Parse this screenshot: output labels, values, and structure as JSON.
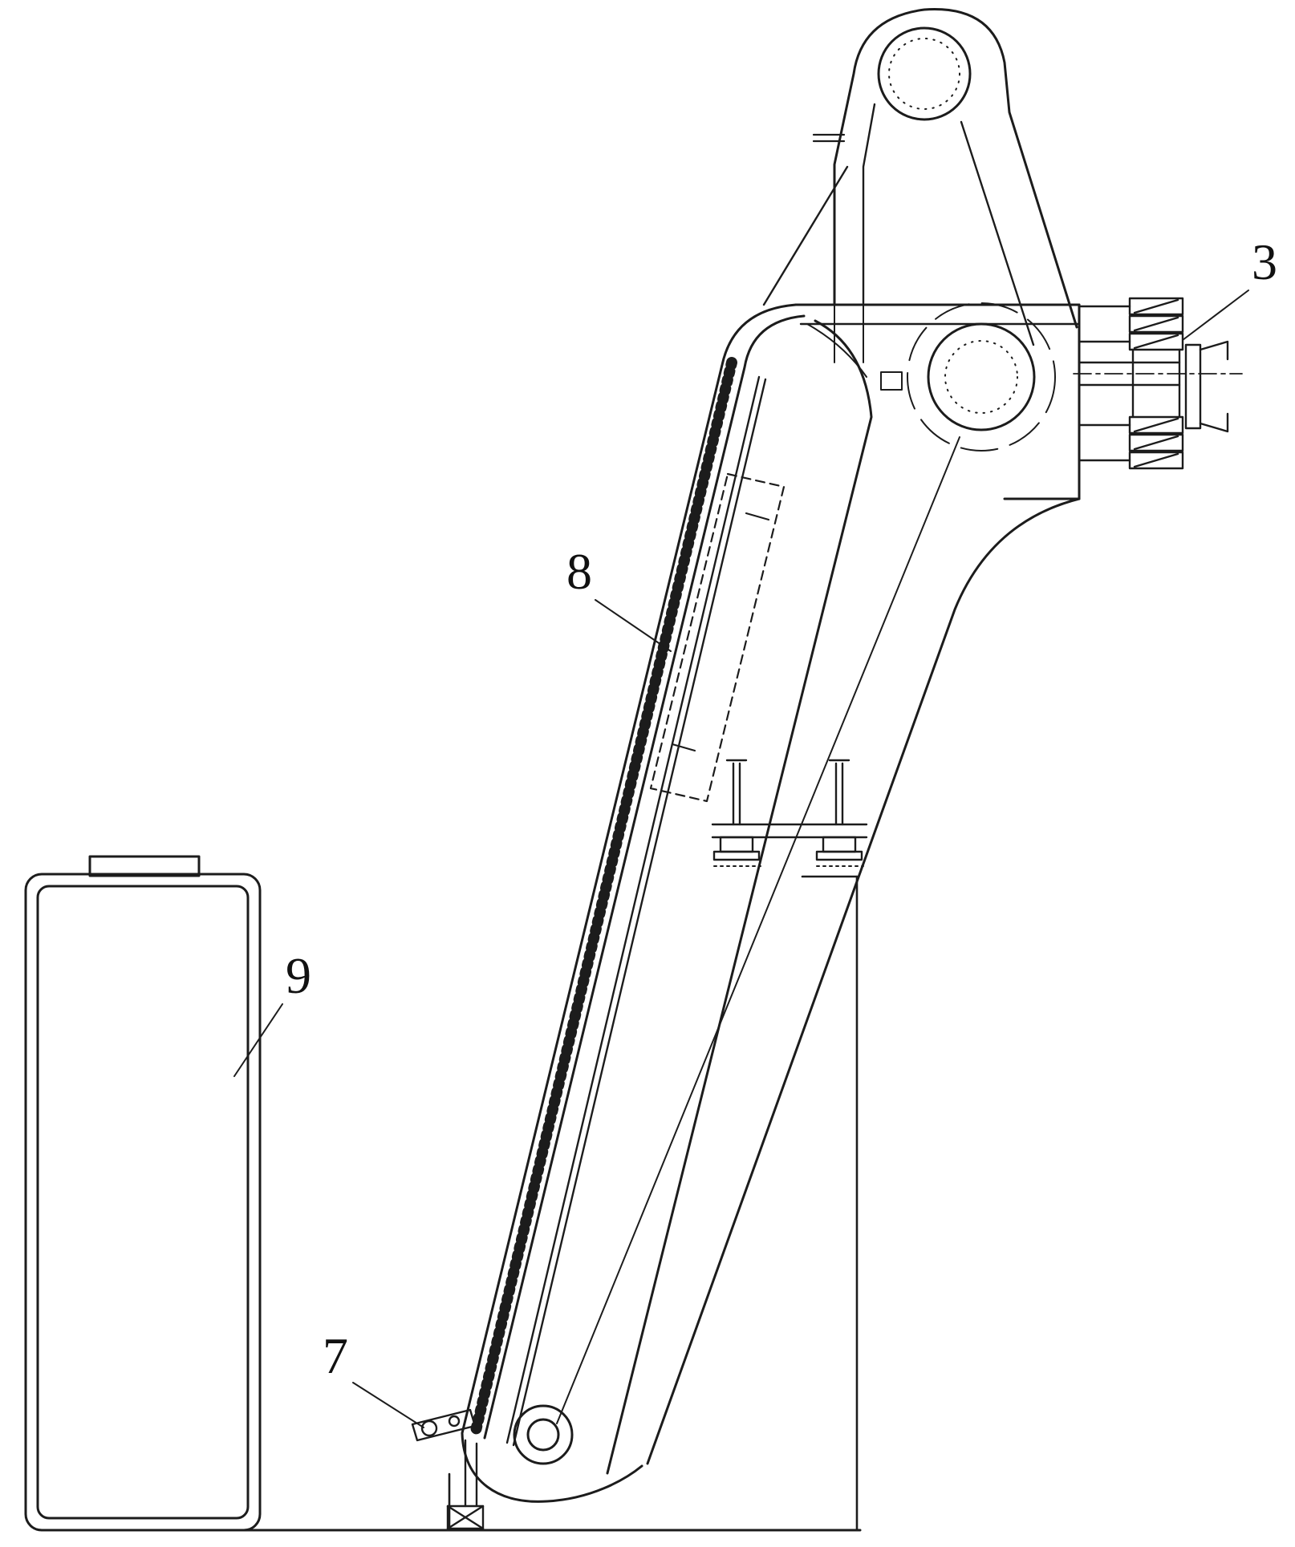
{
  "figure": {
    "background": "#ffffff",
    "line_color": "#1c1c1c",
    "label_color": "#111111",
    "labels": {
      "part3": {
        "text": "3"
      },
      "part7": {
        "text": "7"
      },
      "part8": {
        "text": "8"
      },
      "part9": {
        "text": "9"
      }
    }
  }
}
